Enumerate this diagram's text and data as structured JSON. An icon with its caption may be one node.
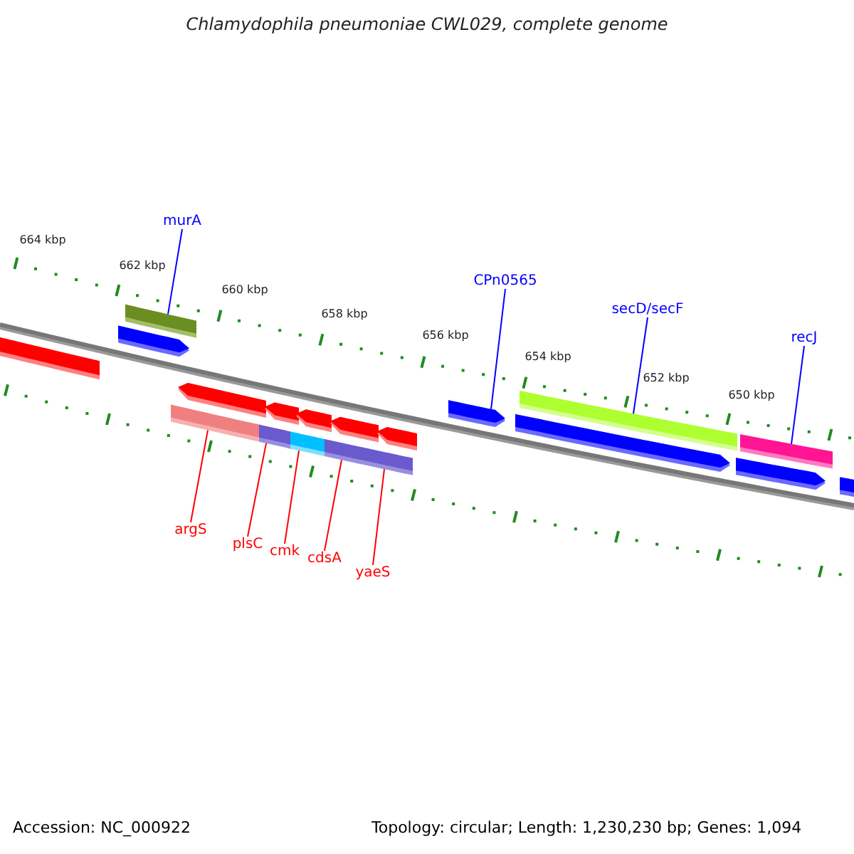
{
  "diagram": {
    "title": "Chlamydophila pneumoniae CWL029, complete genome",
    "nodes": [
      {
        "text": [
          "murA"
        ]
      },
      {
        "text": [
          "CPn0565"
        ]
      },
      {
        "text": [
          "secD/secF"
        ]
      },
      {
        "text": [
          "recJ"
        ]
      },
      {
        "text": [
          "argS"
        ]
      },
      {
        "text": [
          "plsC"
        ]
      },
      {
        "text": [
          "cmk"
        ]
      },
      {
        "text": [
          "cdsA"
        ]
      },
      {
        "text": [
          "yaeS"
        ]
      },
      {
        "text": [],
        "shape": "bar"
      },
      {
        "text": [],
        "shape": "bar"
      },
      {
        "text": [],
        "shape": "bar"
      },
      {
        "text": [],
        "shape": "bar"
      },
      {
        "text": [],
        "shape": "bar"
      },
      {
        "text": [],
        "shape": "bar"
      },
      {
        "text": [],
        "shape": "bar"
      },
      {
        "text": [],
        "shape": "bar"
      },
      {
        "text": [],
        "shape": "bar"
      },
      {
        "text": [],
        "shape": "bar"
      },
      {
        "text": [],
        "shape": "bar"
      },
      {
        "text": [],
        "shape": "bar"
      },
      {
        "text": [],
        "shape": "bar"
      },
      {
        "text": [],
        "shape": "bar"
      },
      {
        "text": [],
        "shape": "bar"
      },
      {
        "text": [],
        "shape": "bar"
      },
      {
        "text": [],
        "shape": "bar"
      },
      {
        "text": [],
        "shape": "bar"
      },
      {
        "text": [],
        "shape": "bar"
      }
    ],
    "edges": [
      {
        "from": 0,
        "to": 11,
        "arrow": "none",
        "color": "#0000ff"
      },
      {
        "from": 1,
        "to": 22,
        "arrow": "none",
        "color": "#0000ff"
      },
      {
        "from": 2,
        "to": 24,
        "arrow": "none",
        "color": "#0000ff"
      },
      {
        "from": 3,
        "to": 26,
        "arrow": "none",
        "color": "#0000ff"
      },
      {
        "from": 4,
        "to": 12,
        "arrow": "none"
      },
      {
        "from": 5,
        "to": 14,
        "arrow": "none"
      },
      {
        "from": 6,
        "to": 16,
        "arrow": "none"
      },
      {
        "from": 7,
        "to": 18,
        "arrow": "none"
      },
      {
        "from": 8,
        "to": 20,
        "arrow": "none"
      }
    ],
    "labels": [
      "664 kbp",
      "662 kbp",
      "660 kbp",
      "658 kbp",
      "656 kbp",
      "654 kbp",
      "652 kbp",
      "650 kbp",
      "Accession: NC_000922",
      "Topology: circular; Length: 1,230,230 bp; Genes: 1,094"
    ]
  }
}
